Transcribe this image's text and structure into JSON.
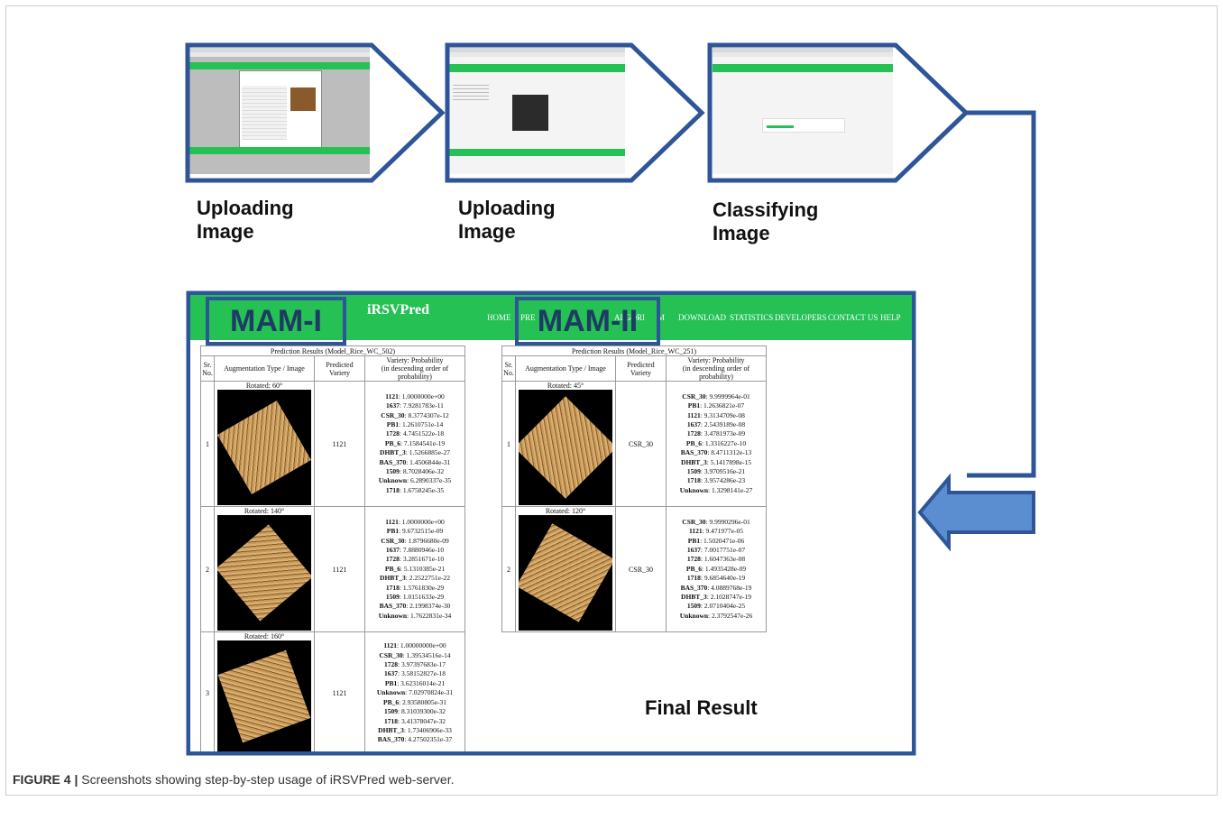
{
  "steps": [
    {
      "label_line1": "Uploading",
      "label_line2": "Image"
    },
    {
      "label_line1": "Uploading",
      "label_line2": "Image"
    },
    {
      "label_line1": "Classifying",
      "label_line2": "Image"
    }
  ],
  "website": {
    "brand": "iRSVPred",
    "nav": [
      "HOME",
      "PRE",
      "ALGORI",
      "M",
      "DOWNLOAD",
      "STATISTICS",
      "DEVELOPERS",
      "CONTACT US",
      "HELP"
    ]
  },
  "models": [
    {
      "tag": "MAM-I",
      "caption": "Prediction Results (Model_Rice_WC_502)",
      "headers": [
        "Sr. No.",
        "Augmentation Type / Image",
        "Predicted Variety",
        "Variety: Probability",
        "(in descending order of probability)"
      ],
      "rows": [
        {
          "sr": "1",
          "aug": "Rotated: 60°",
          "variety": "1121",
          "probs": [
            {
              "k": "1121",
              "v": "1.0000000e+00"
            },
            {
              "k": "1637",
              "v": "7.9281783e-11"
            },
            {
              "k": "CSR_30",
              "v": "8.3774307e-12"
            },
            {
              "k": "PB1",
              "v": "1.2610751e-14"
            },
            {
              "k": "1728",
              "v": "4.7451522e-18"
            },
            {
              "k": "PB_6",
              "v": "7.1584541e-19"
            },
            {
              "k": "DHBT_3",
              "v": "1.5266885e-27"
            },
            {
              "k": "BAS_370",
              "v": "1.4506844e-31"
            },
            {
              "k": "1509",
              "v": "8.7028406e-32"
            },
            {
              "k": "Unknown",
              "v": "6.2890337e-35"
            },
            {
              "k": "1718",
              "v": "1.6758245e-35"
            }
          ]
        },
        {
          "sr": "2",
          "aug": "Rotated: 140°",
          "variety": "1121",
          "probs": [
            {
              "k": "1121",
              "v": "1.0000000e+00"
            },
            {
              "k": "PB1",
              "v": "9.6732515e-09"
            },
            {
              "k": "CSR_30",
              "v": "1.8796680e-09"
            },
            {
              "k": "1637",
              "v": "7.8880946e-10"
            },
            {
              "k": "1728",
              "v": "3.2851671e-10"
            },
            {
              "k": "PB_6",
              "v": "5.1310385e-21"
            },
            {
              "k": "DHBT_3",
              "v": "2.2522751e-22"
            },
            {
              "k": "1718",
              "v": "1.5761830e-29"
            },
            {
              "k": "1509",
              "v": "1.0151633e-29"
            },
            {
              "k": "BAS_370",
              "v": "2.1998374e-30"
            },
            {
              "k": "Unknown",
              "v": "1.7622831e-34"
            }
          ]
        },
        {
          "sr": "3",
          "aug": "Rotated: 160°",
          "variety": "1121",
          "probs": [
            {
              "k": "1121",
              "v": "1.00000000e+00"
            },
            {
              "k": "CSR_30",
              "v": "1.39534516e-14"
            },
            {
              "k": "1728",
              "v": "3.97397683e-17"
            },
            {
              "k": "1637",
              "v": "3.58152827e-18"
            },
            {
              "k": "PB1",
              "v": "3.62316014e-21"
            },
            {
              "k": "Unknown",
              "v": "7.02970824e-31"
            },
            {
              "k": "PB_6",
              "v": "2.93580805e-31"
            },
            {
              "k": "1509",
              "v": "8.31039300e-32"
            },
            {
              "k": "1718",
              "v": "3.41378047e-32"
            },
            {
              "k": "DHBT_3",
              "v": "1.73406906e-33"
            },
            {
              "k": "BAS_370",
              "v": "4.27502351e-37"
            }
          ]
        }
      ]
    },
    {
      "tag": "MAM-II",
      "caption": "Prediction Results (Model_Rice_WC_251)",
      "headers": [
        "Sr. No.",
        "Augmentation Type / Image",
        "Predicted Variety",
        "Variety: Probability",
        "(in descending order of probability)"
      ],
      "rows": [
        {
          "sr": "1",
          "aug": "Rotated: 45°",
          "variety": "CSR_30",
          "probs": [
            {
              "k": "CSR_30",
              "v": "9.9999964e-01"
            },
            {
              "k": "PB1",
              "v": "1.2636821e-07"
            },
            {
              "k": "1121",
              "v": "9.3134709e-08"
            },
            {
              "k": "1637",
              "v": "2.5439189e-08"
            },
            {
              "k": "1728",
              "v": "3.4781973e-09"
            },
            {
              "k": "PB_6",
              "v": "1.3316227e-10"
            },
            {
              "k": "BAS_370",
              "v": "8.4711312e-13"
            },
            {
              "k": "DHBT_3",
              "v": "5.1417898e-15"
            },
            {
              "k": "1509",
              "v": "3.9709516e-21"
            },
            {
              "k": "1718",
              "v": "3.9574286e-23"
            },
            {
              "k": "Unknown",
              "v": "1.3298141e-27"
            }
          ]
        },
        {
          "sr": "2",
          "aug": "Rotated: 120°",
          "variety": "CSR_30",
          "probs": [
            {
              "k": "CSR_30",
              "v": "9.9990296e-01"
            },
            {
              "k": "1121",
              "v": "9.471977e-05"
            },
            {
              "k": "PB1",
              "v": "1.5020471e-06"
            },
            {
              "k": "1637",
              "v": "7.0017751e-07"
            },
            {
              "k": "1728",
              "v": "1.6047363e-08"
            },
            {
              "k": "PB_6",
              "v": "1.4935428e-09"
            },
            {
              "k": "1718",
              "v": "9.6854640e-19"
            },
            {
              "k": "BAS_370",
              "v": "4.0889768e-19"
            },
            {
              "k": "DHBT_3",
              "v": "2.1028747e-19"
            },
            {
              "k": "1509",
              "v": "2.0710404e-25"
            },
            {
              "k": "Unknown",
              "v": "2.3792547e-26"
            }
          ]
        }
      ]
    }
  ],
  "final_label": "Final Result",
  "figure_caption": {
    "prefix": "FIGURE 4 |",
    "text": " Screenshots showing step-by-step usage of iRSVPred web-server."
  },
  "colors": {
    "arrow_outline": "#2e5597",
    "site_green": "#25c155",
    "feedback_arrow": "#5b8ed0"
  }
}
